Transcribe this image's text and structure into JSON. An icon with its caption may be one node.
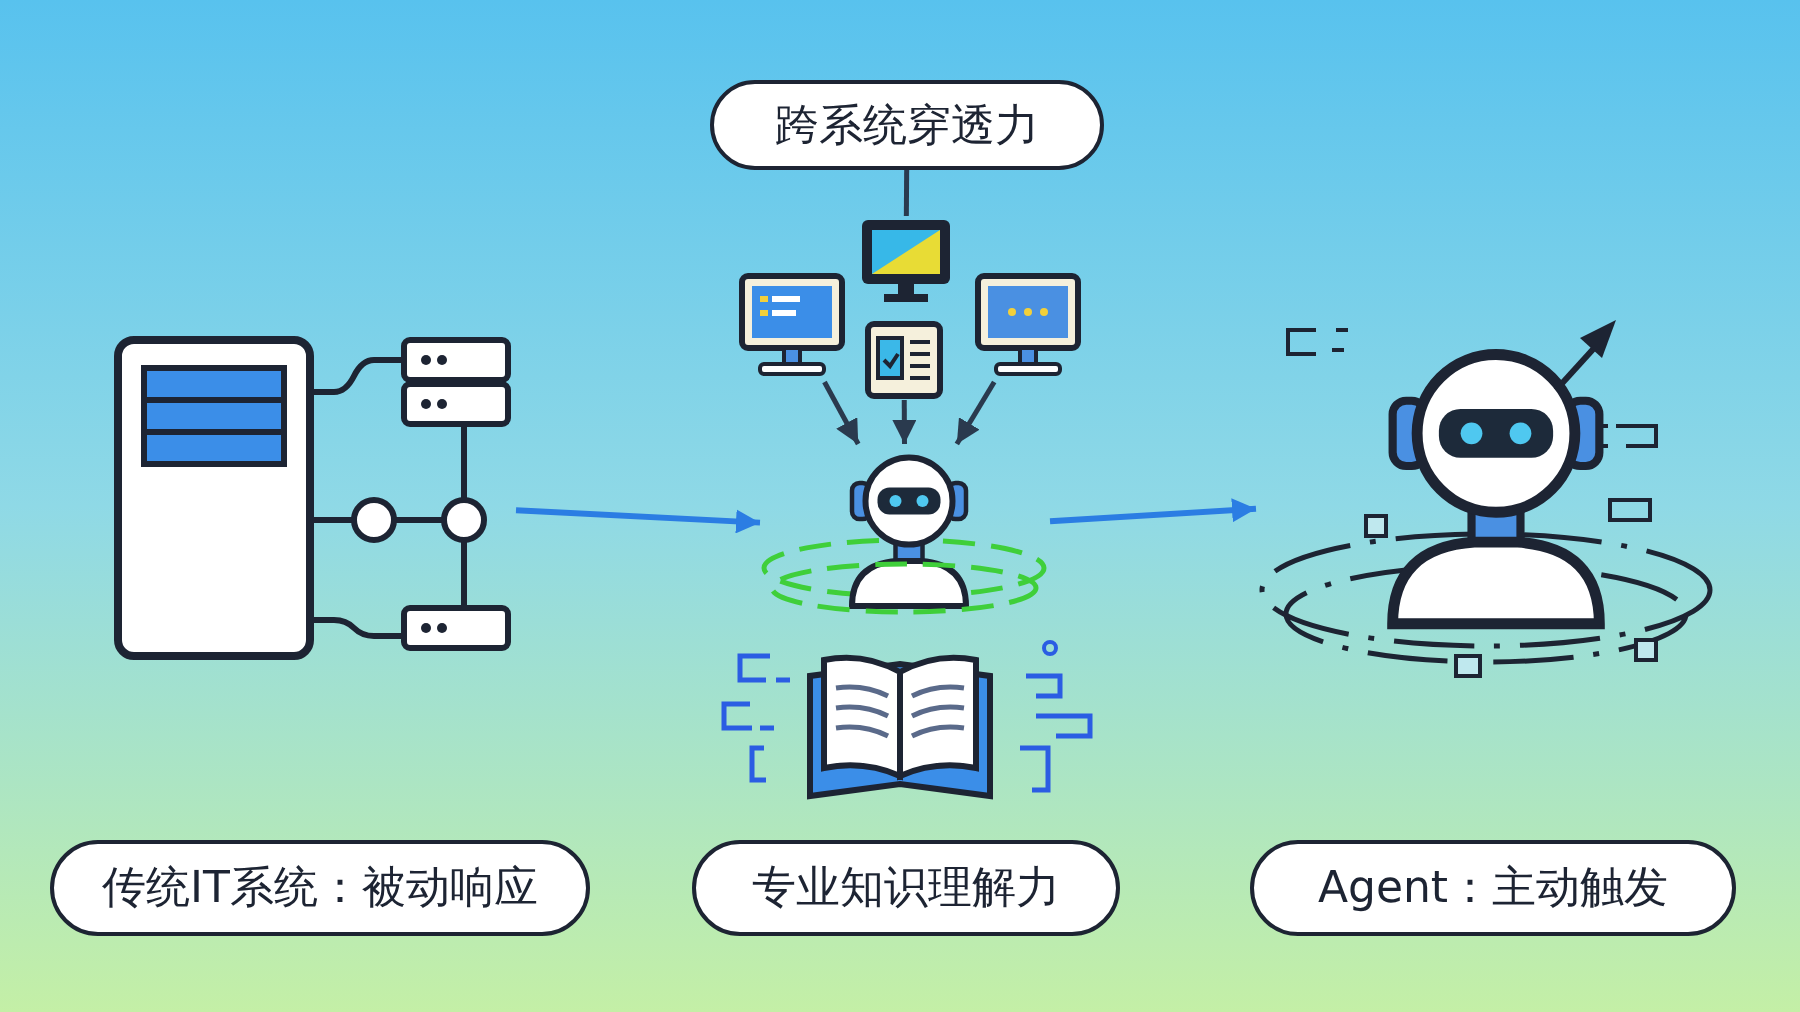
{
  "diagram": {
    "nodes": [
      {
        "text": [
          "跨系统穿透力"
        ]
      },
      {
        "text": [],
        "shape": "picture"
      },
      {
        "text": [],
        "shape": "picture"
      },
      {
        "text": [],
        "shape": "picture"
      },
      {
        "text": [],
        "shape": "picture"
      },
      {
        "text": [],
        "shape": "picture"
      },
      {
        "text": [],
        "shape": "picture"
      },
      {
        "text": [],
        "shape": "picture"
      },
      {
        "text": [
          "传统IT系统：被动响应"
        ]
      },
      {
        "text": [
          "专业知识理解力"
        ]
      },
      {
        "text": [
          "Agent：主动触发"
        ]
      }
    ],
    "edges": [
      {
        "from": 0,
        "to": 3,
        "arrow": "none"
      },
      {
        "from": 2,
        "to": 6,
        "arrow": "to"
      },
      {
        "from": 4,
        "to": 6,
        "arrow": "to"
      },
      {
        "from": 5,
        "to": 6,
        "arrow": "to"
      },
      {
        "from": 1,
        "to": 6,
        "arrow": "to",
        "color": "#2b7de3"
      },
      {
        "from": 6,
        "to": 7,
        "arrow": "to",
        "color": "#2b7de3"
      }
    ]
  }
}
